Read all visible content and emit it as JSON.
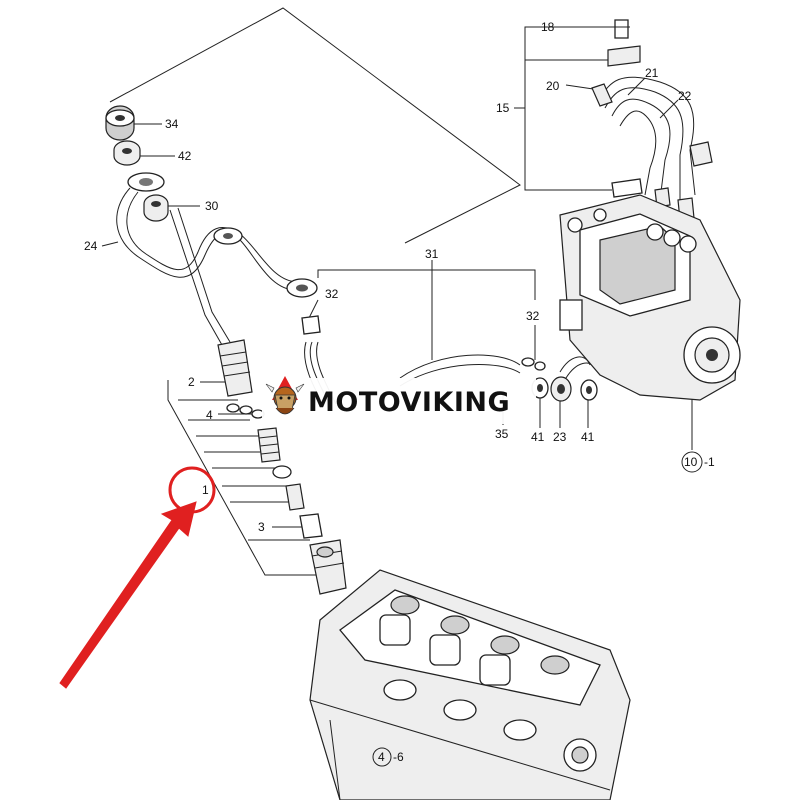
{
  "brand": {
    "name": "MOTOVIKING",
    "highlight_color": "#e02020"
  },
  "callouts": {
    "c34": "34",
    "c42": "42",
    "c30": "30",
    "c24": "24",
    "c18": "18",
    "c20": "20",
    "c21": "21",
    "c22": "22",
    "c15": "15",
    "c31": "31",
    "c32a": "32",
    "c32b": "32",
    "c2": "2",
    "c4": "4",
    "c1": "1",
    "c3": "3",
    "c35": "35",
    "c41a": "41",
    "c23": "23",
    "c41b": "41",
    "c10": "10",
    "c10s": "-1",
    "c4b": "4",
    "c4bs": "-6"
  }
}
